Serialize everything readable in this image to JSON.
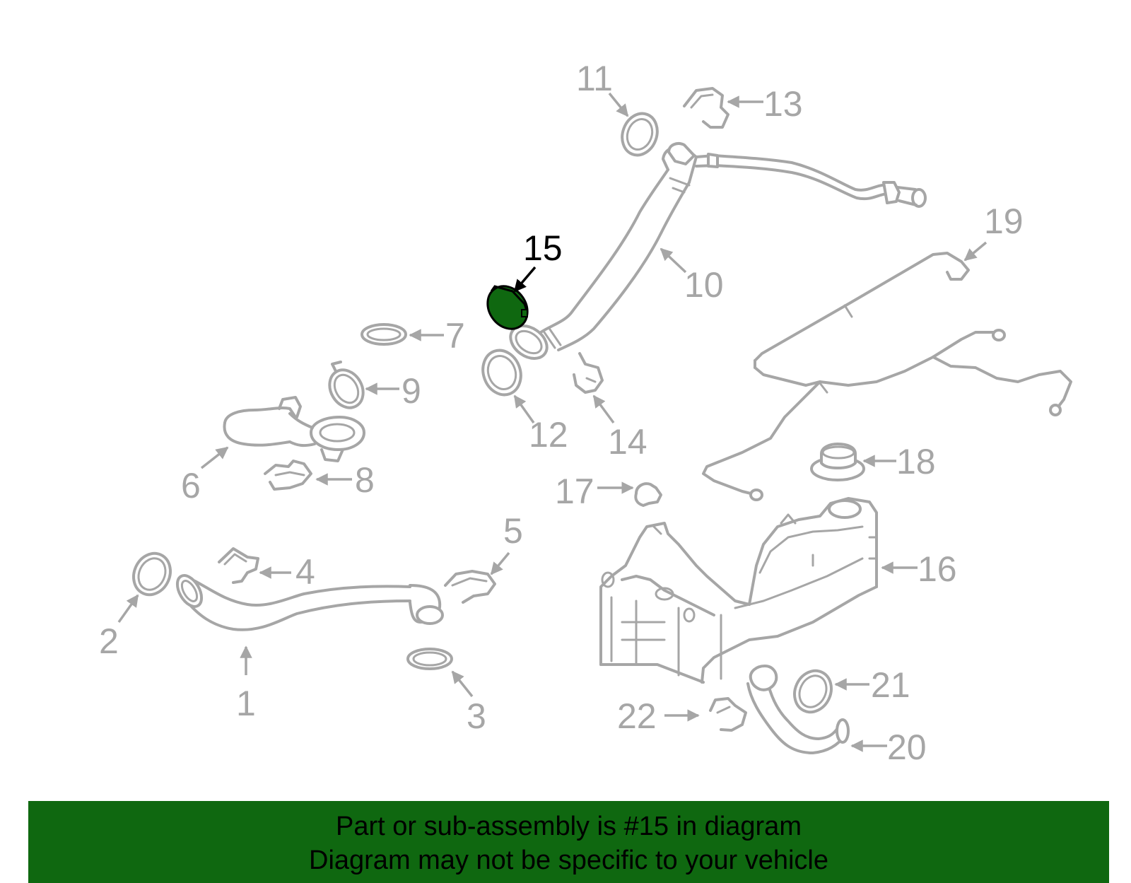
{
  "colors": {
    "part": "#a6a6a6",
    "highlight_fill": "#0f6810",
    "highlight_stroke": "#000000",
    "banner": "#0f6810"
  },
  "highlighted_part": "15",
  "callouts": {
    "c1": "1",
    "c2": "2",
    "c3": "3",
    "c4": "4",
    "c5": "5",
    "c6": "6",
    "c7": "7",
    "c8": "8",
    "c9": "9",
    "c10": "10",
    "c11": "11",
    "c12": "12",
    "c13": "13",
    "c14": "14",
    "c15": "15",
    "c16": "16",
    "c17": "17",
    "c18": "18",
    "c19": "19",
    "c20": "20",
    "c21": "21",
    "c22": "22"
  },
  "banner": {
    "line1": "Part or sub-assembly is #15 in diagram",
    "line2": "Diagram may not be specific to your vehicle"
  }
}
